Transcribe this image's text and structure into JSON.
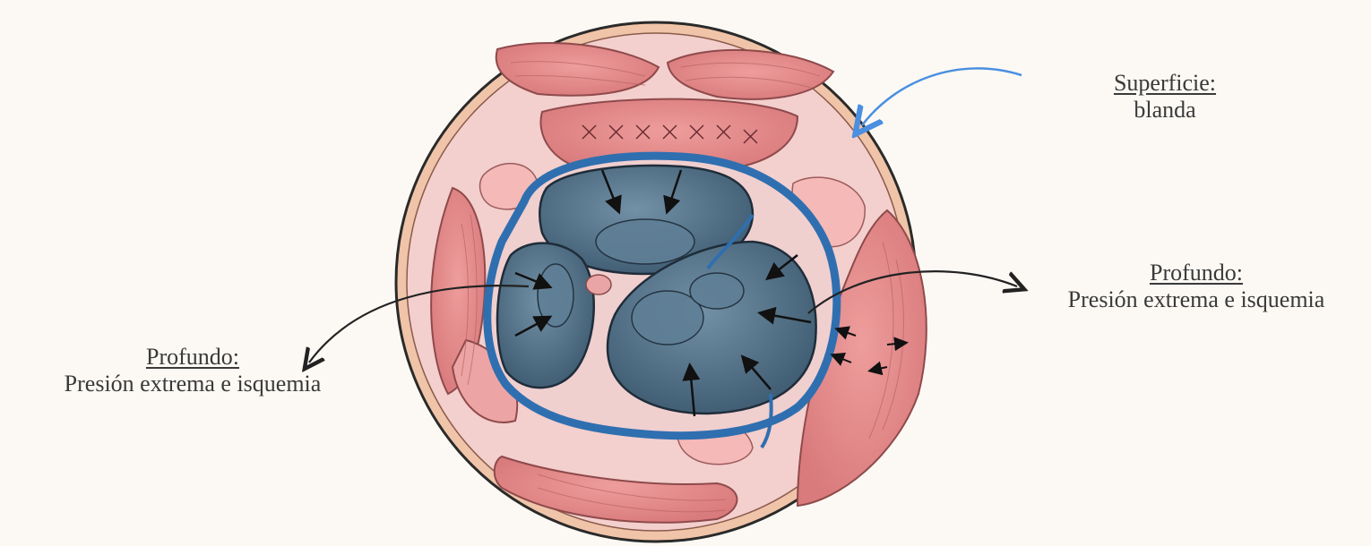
{
  "labels": {
    "superficie": {
      "title": "Superficie:",
      "desc": "blanda"
    },
    "deep_right": {
      "title": "Profundo:",
      "desc": "Presión extrema e isquemia"
    },
    "deep_left": {
      "title": "Profundo:",
      "desc": "Presión extrema e isquemia"
    }
  },
  "colors": {
    "background": "#fcf9f4",
    "skin_outer": "#f2c8a8",
    "fat": "#f1cccb",
    "muscle": "#e48e8f",
    "fascia": "#2f6fb0",
    "deep_compartment": "#4d6f86",
    "annotation_arrow_blue": "#4a8fe0",
    "annotation_arrow_black": "#222222"
  }
}
